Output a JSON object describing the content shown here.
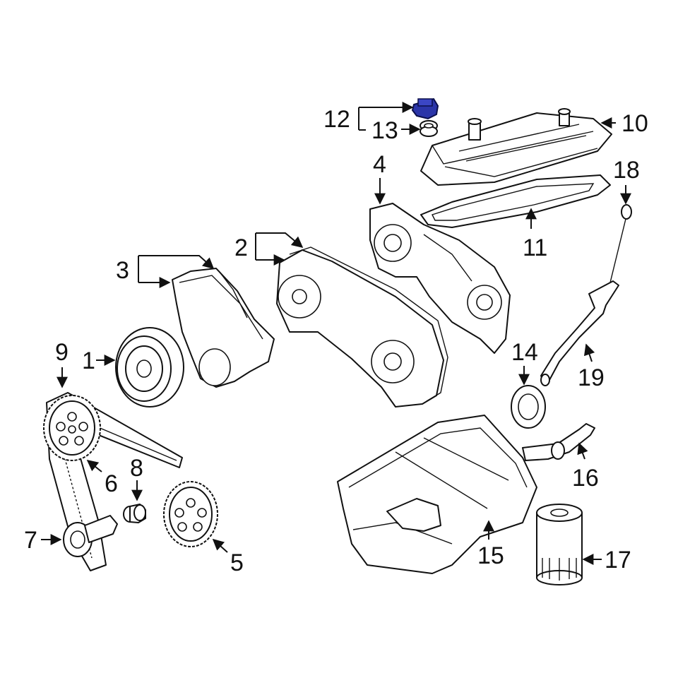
{
  "diagram": {
    "highlight_color": "#2b35a8",
    "callouts": {
      "c1": "1",
      "c2": "2",
      "c3": "3",
      "c4": "4",
      "c5": "5",
      "c6": "6",
      "c7": "7",
      "c8": "8",
      "c9": "9",
      "c10": "10",
      "c11": "11",
      "c12": "12",
      "c13": "13",
      "c14": "14",
      "c15": "15",
      "c16": "16",
      "c17": "17",
      "c18": "18",
      "c19": "19"
    }
  }
}
